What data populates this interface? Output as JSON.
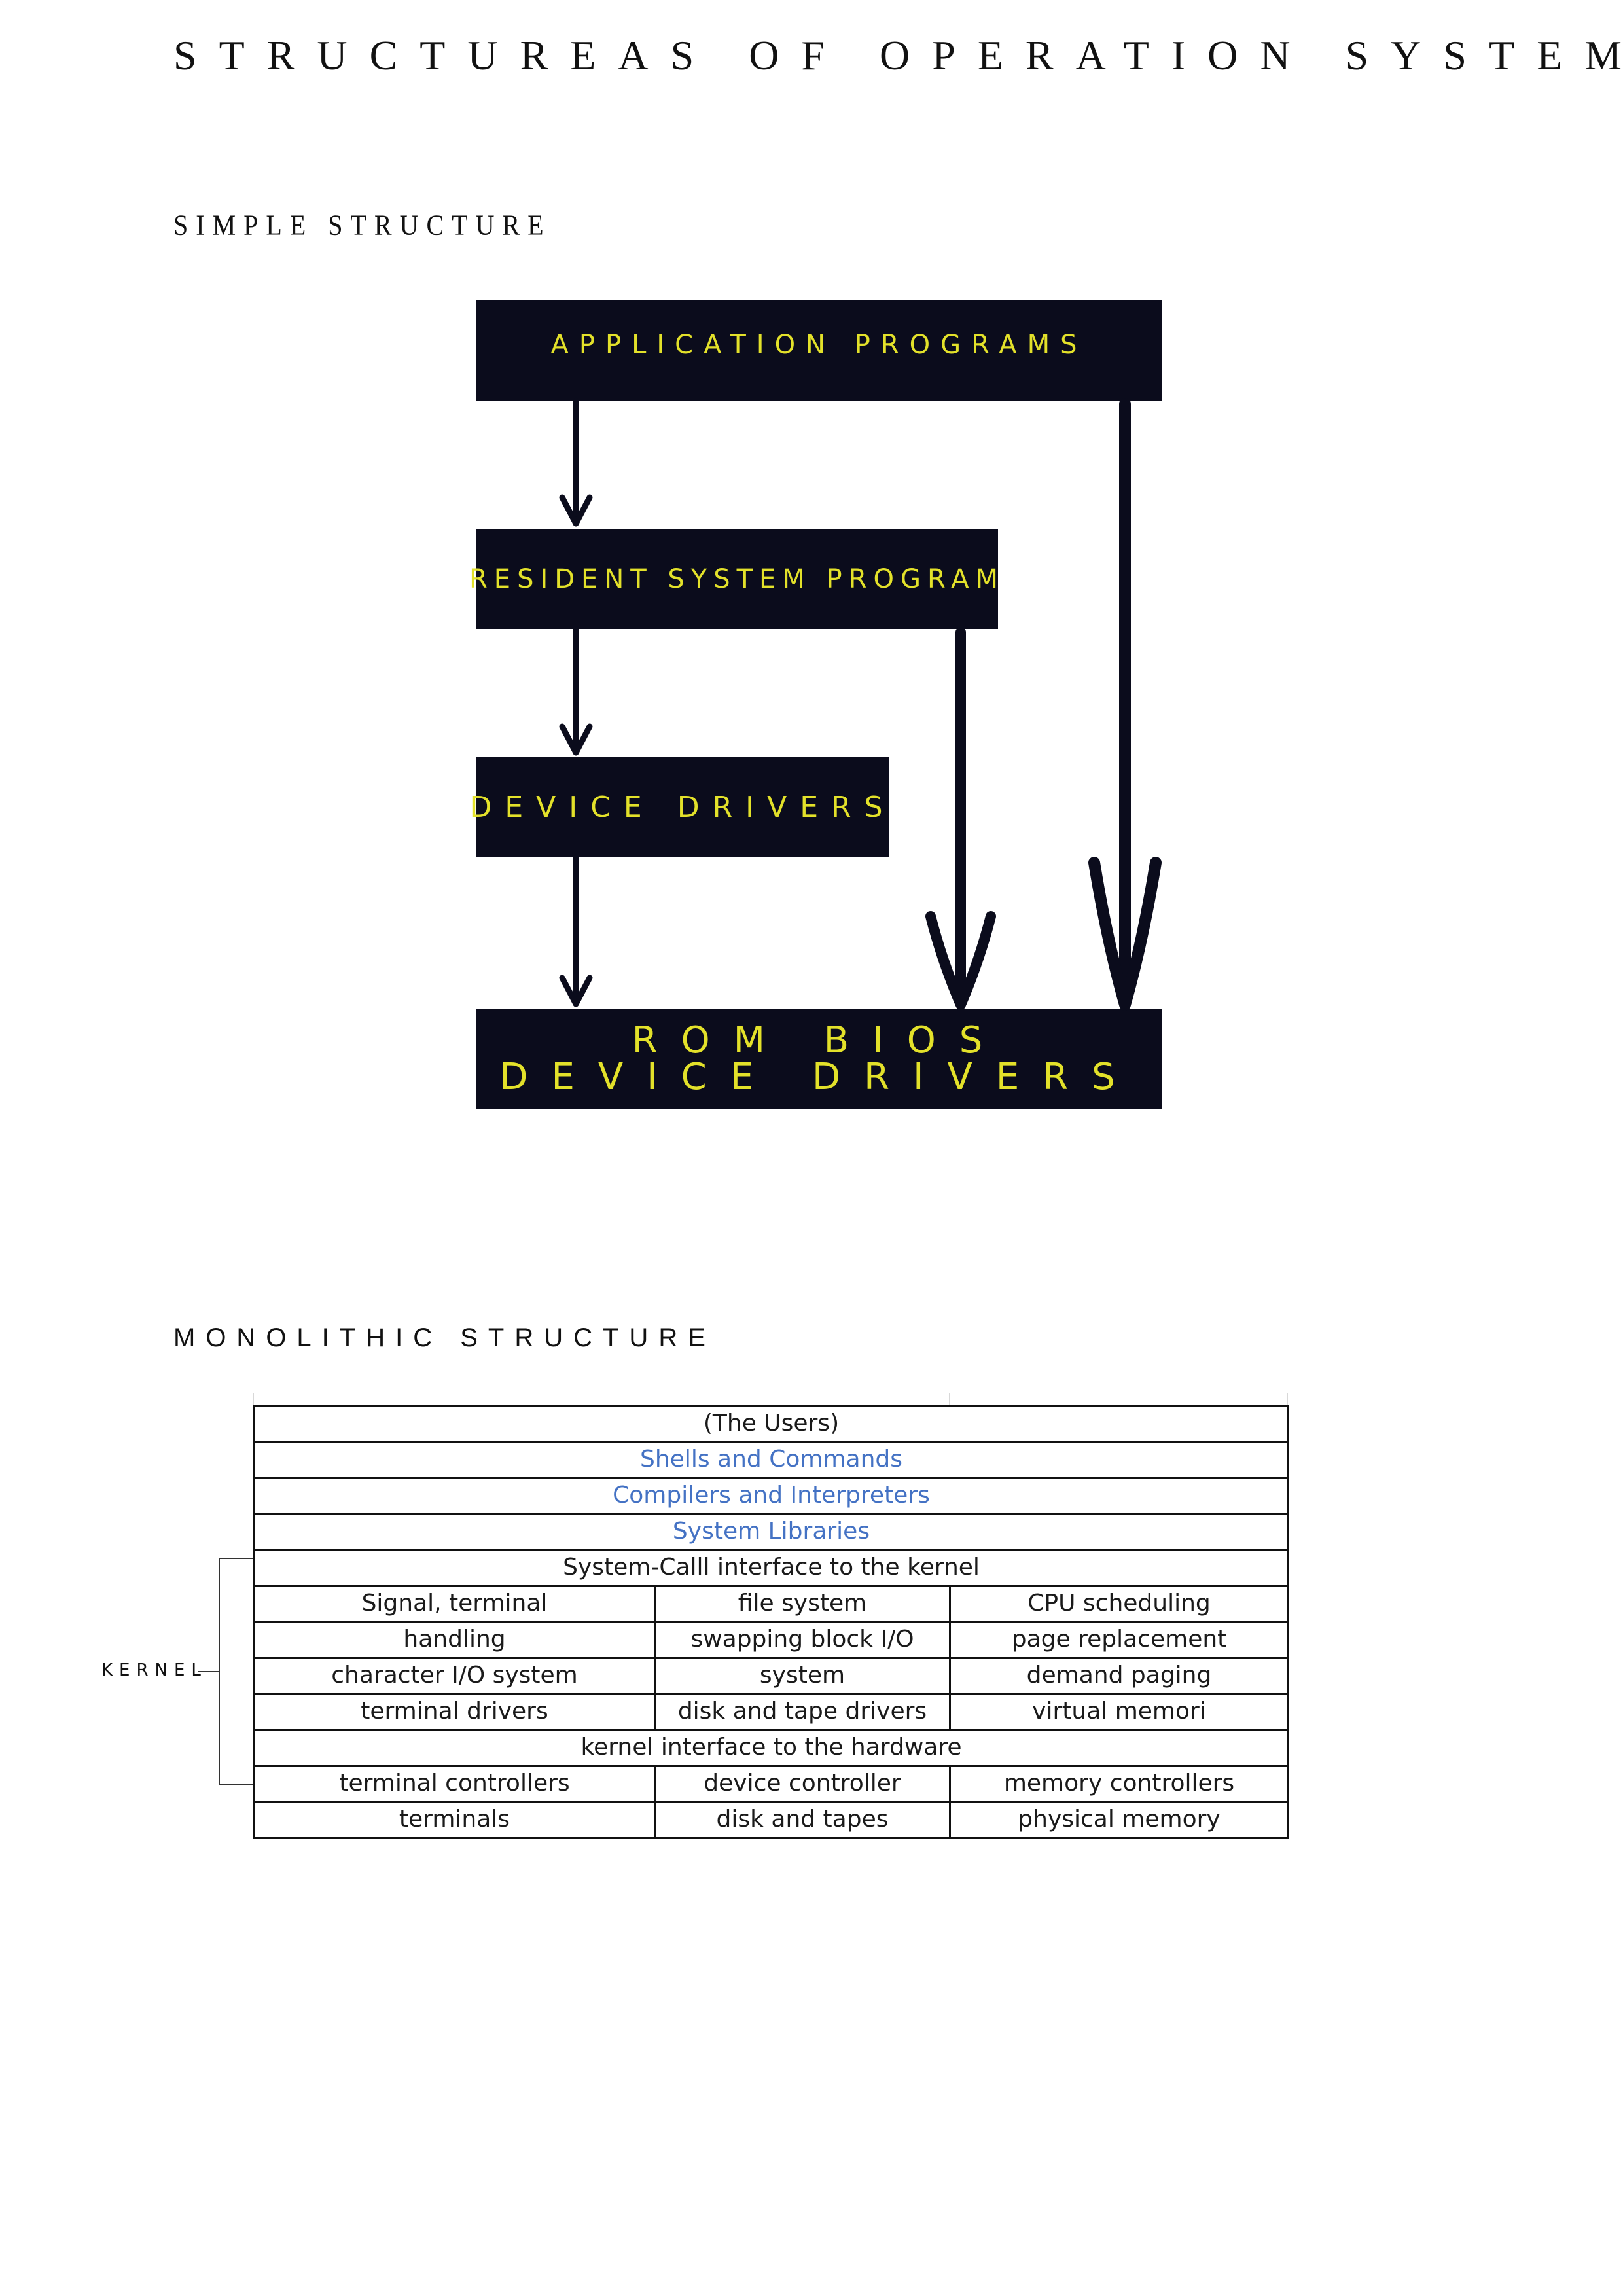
{
  "page": {
    "title": "STRUCTUREAS OF OPERATION SYSTEM"
  },
  "simple_structure": {
    "heading": "SIMPLE STRUCTURE",
    "boxes": {
      "application_programs": "APPLICATION PROGRAMS",
      "resident_system_program": "RESIDENT SYSTEM PROGRAM",
      "device_drivers": "DEVICE DRIVERS",
      "rom_bios_line1": "ROM BIOS",
      "rom_bios_line2": "DEVICE DRIVERS"
    },
    "colors": {
      "box_fill": "#0b0c1c",
      "box_text": "#e3e12a"
    }
  },
  "monolithic_structure": {
    "heading": "MONOLITHIC STRUCTURE",
    "kernel_label": "KERNEL",
    "rows": {
      "users": "(The  Users)",
      "shells": "Shells and Commands",
      "compilers": "Compilers and Interpreters",
      "libraries": "System Libraries",
      "syscall": "System-Calll interface to the kernel",
      "kernel_hw": "kernel interface to the hardware"
    },
    "kernel_grid": [
      [
        "Signal, terminal",
        "file system",
        "CPU scheduling"
      ],
      [
        "handling",
        "swapping block I/O",
        "page replacement"
      ],
      [
        "character I/O system",
        "system",
        "demand paging"
      ],
      [
        "terminal drivers",
        "disk and tape drivers",
        "virtual memori"
      ]
    ],
    "hardware_grid": [
      [
        "terminal controllers",
        "device controller",
        "memory controllers"
      ],
      [
        "terminals",
        "disk and tapes",
        "physical memory"
      ]
    ],
    "colors": {
      "highlight_text": "#4472c4"
    }
  }
}
